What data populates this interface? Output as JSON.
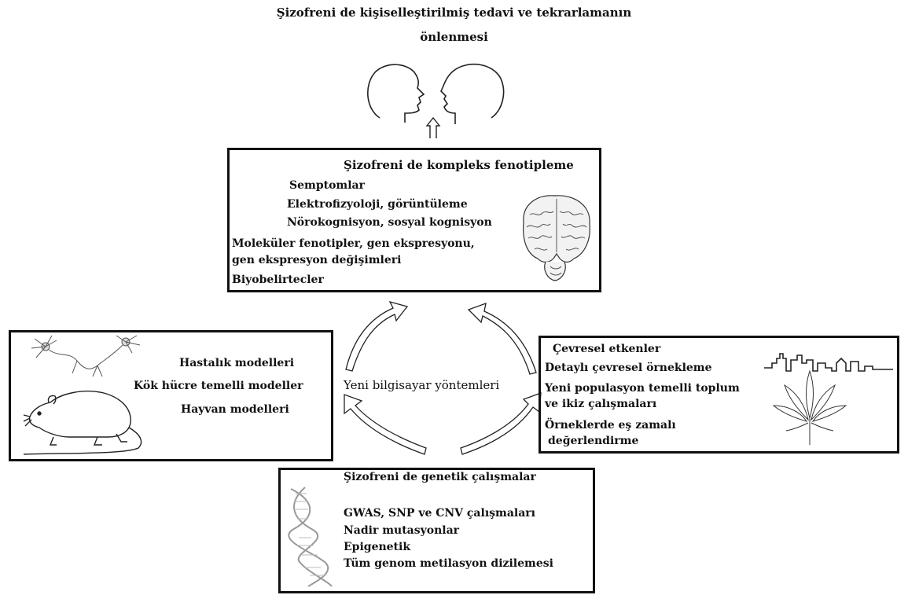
{
  "title": {
    "line1": "Şizofreni de kişiselleştirilmiş tedavi ve tekrarlamanın",
    "line2": "önlenmesi"
  },
  "phenotyping": {
    "heading": "Şizofreni de kompleks fenotipleme",
    "items": [
      "Semptomlar",
      "Elektrofizyoloji, görüntüleme",
      "Nörokognisyon, sosyal kognisyon",
      "Moleküler fenotipler, gen ekspresyonu,",
      "gen ekspresyon değişimleri",
      "Biyobelirtecler"
    ]
  },
  "models": {
    "items": [
      "Hastalık modelleri",
      "Kök hücre temelli modeller",
      "Hayvan modelleri"
    ]
  },
  "center": {
    "label": "Yeni bilgisayar yöntemleri"
  },
  "environment": {
    "heading": "Çevresel etkenler",
    "items": [
      "Detaylı çevresel örnekleme",
      "Yeni populasyon temelli toplum",
      "ve ikiz  çalışmaları",
      "Örneklerde eş zamalı",
      "değerlendirme"
    ]
  },
  "genetics": {
    "heading": "Şizofreni de genetik çalışmalar",
    "items": [
      "GWAS, SNP ve CNV çalışmaları",
      "Nadir mutasyonlar",
      "Epigenetik",
      "Tüm genom metilasyon dizilemesi"
    ]
  },
  "icons": [
    "two-heads-icon",
    "brain-icon",
    "neuron-icon",
    "rat-icon",
    "city-skyline-icon",
    "cannabis-leaf-icon",
    "dna-helix-icon"
  ]
}
